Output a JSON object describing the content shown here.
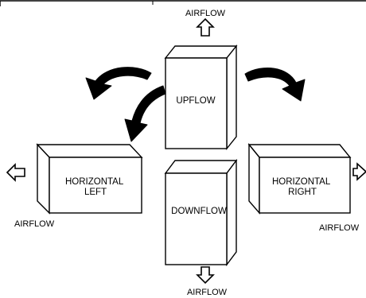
{
  "diagram": {
    "top_airflow_label": "AIRFLOW",
    "bottom_airflow_label": "AIRFLOW",
    "left_airflow_label": "AIRFLOW",
    "right_airflow_label": "AIRFLOW",
    "upflow_label": "UPFLOW",
    "downflow_label": "DOWNFLOW",
    "horizontal_left_label": [
      "HORIZONTAL",
      "LEFT"
    ],
    "horizontal_right_label": [
      "HORIZONTAL",
      "RIGHT"
    ]
  },
  "colors": {
    "line": "#000000",
    "fill": "#ffffff",
    "arrow_fill": "#000000"
  }
}
